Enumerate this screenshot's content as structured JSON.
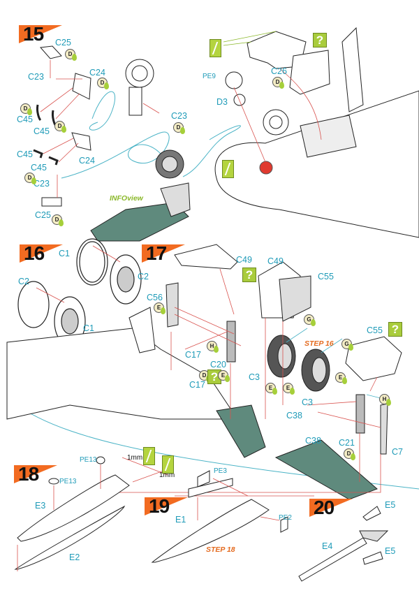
{
  "colors": {
    "step_flag": "#f26b21",
    "label": "#1f9bb8",
    "paint_tip": "#a6cf3a",
    "hint": "#a9cc3c",
    "arrow": "#d9534f",
    "flow": "#4ab3c6",
    "cockpit": "#5f8a7d",
    "note": "#e46a1e",
    "info": "#8bb82a"
  },
  "steps": [
    {
      "number": "15"
    },
    {
      "number": "16"
    },
    {
      "number": "17"
    },
    {
      "number": "18"
    },
    {
      "number": "19"
    },
    {
      "number": "20"
    }
  ],
  "step15": {
    "labels": [
      "C25",
      "C23",
      "C24",
      "C45",
      "C45",
      "C45",
      "C45",
      "C24",
      "C23",
      "C25",
      "C23"
    ],
    "paint_codes": [
      "D",
      "D",
      "D",
      "D",
      "D",
      "D",
      "D"
    ],
    "info_label": "INFOview"
  },
  "step15b": {
    "labels": [
      "PE9",
      "D3",
      "C26"
    ],
    "paint_codes": [
      "D"
    ],
    "hint_icon": "question-mark",
    "cut_icon": "cut-sprue"
  },
  "step16": {
    "labels": [
      "C1",
      "C2",
      "C2",
      "C1"
    ]
  },
  "step17": {
    "labels": [
      "C49",
      "C49",
      "C55",
      "C56",
      "C17",
      "C17",
      "C20",
      "C3",
      "C55",
      "C3",
      "C38",
      "C38",
      "C21",
      "C7"
    ],
    "paint_codes": [
      "E",
      "H",
      "D",
      "E",
      "G",
      "G",
      "E",
      "E",
      "E",
      "H",
      "D"
    ],
    "note": "STEP 16"
  },
  "step18": {
    "labels": [
      "PE13",
      "PE13",
      "E3",
      "E2"
    ],
    "measure": [
      "1mm",
      "1mm"
    ]
  },
  "step19": {
    "labels": [
      "PE3",
      "E1",
      "PE2"
    ],
    "note": "STEP 18"
  },
  "step20": {
    "labels": [
      "E5",
      "E4",
      "E5"
    ]
  }
}
